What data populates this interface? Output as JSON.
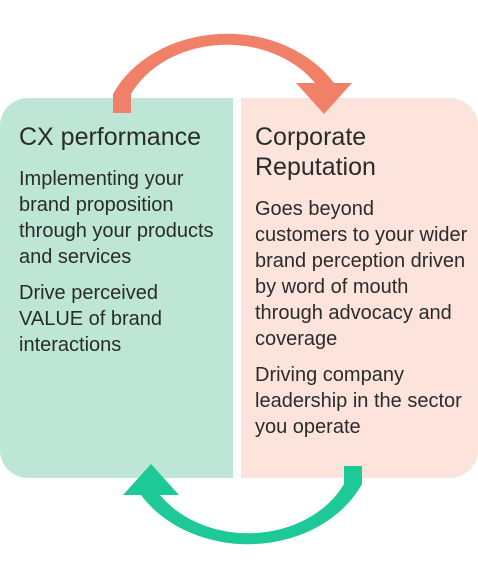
{
  "colors": {
    "left_panel": "#bde6d6",
    "right_panel": "#fce3dc",
    "top_arrow": "#f08068",
    "bottom_arrow": "#1dc996",
    "text": "#2b2b2b"
  },
  "left": {
    "title": "CX performance",
    "paragraphs": [
      "Implementing your brand proposition through your products and services",
      "Drive perceived VALUE of brand interactions"
    ]
  },
  "right": {
    "title": "Corporate Reputation",
    "paragraphs": [
      "Goes beyond customers to your wider brand perception driven by word of mouth through advocacy and coverage",
      "Driving company leadership in the sector you operate"
    ]
  },
  "arrows": {
    "top": "arrow-right-icon",
    "bottom": "arrow-left-icon"
  }
}
